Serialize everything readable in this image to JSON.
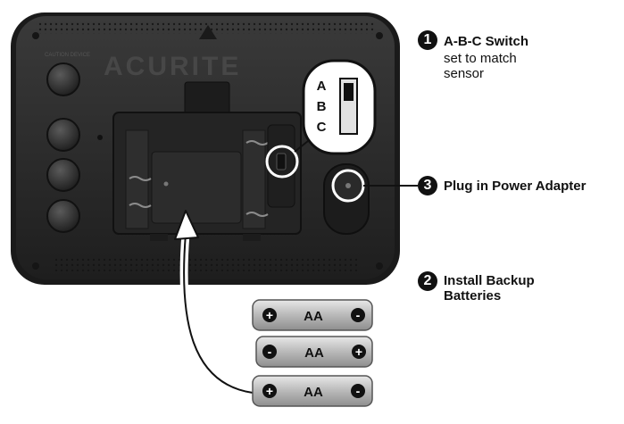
{
  "device": {
    "brand_text": "ACURITE",
    "top_label": "CAUTION DEVICE"
  },
  "switch": {
    "positions": [
      "A",
      "B",
      "C"
    ],
    "selected": "A"
  },
  "callouts": [
    {
      "number": "1",
      "title": "A-B-C Switch",
      "subtitle_lines": [
        "set to match",
        "sensor"
      ]
    },
    {
      "number": "3",
      "title": "Plug in Power Adapter"
    },
    {
      "number": "2",
      "title_lines": [
        "Install Backup",
        "Batteries"
      ]
    }
  ],
  "batteries": [
    {
      "label": "AA",
      "left_terminal": "+",
      "right_terminal": "-"
    },
    {
      "label": "AA",
      "left_terminal": "-",
      "right_terminal": "+"
    },
    {
      "label": "AA",
      "left_terminal": "+",
      "right_terminal": "-"
    }
  ],
  "colors": {
    "device_body": "#2b2b2b",
    "device_edge": "#1a1a1a",
    "battery_silver": "#c9c9c9",
    "callout_number_bg": "#111111"
  }
}
